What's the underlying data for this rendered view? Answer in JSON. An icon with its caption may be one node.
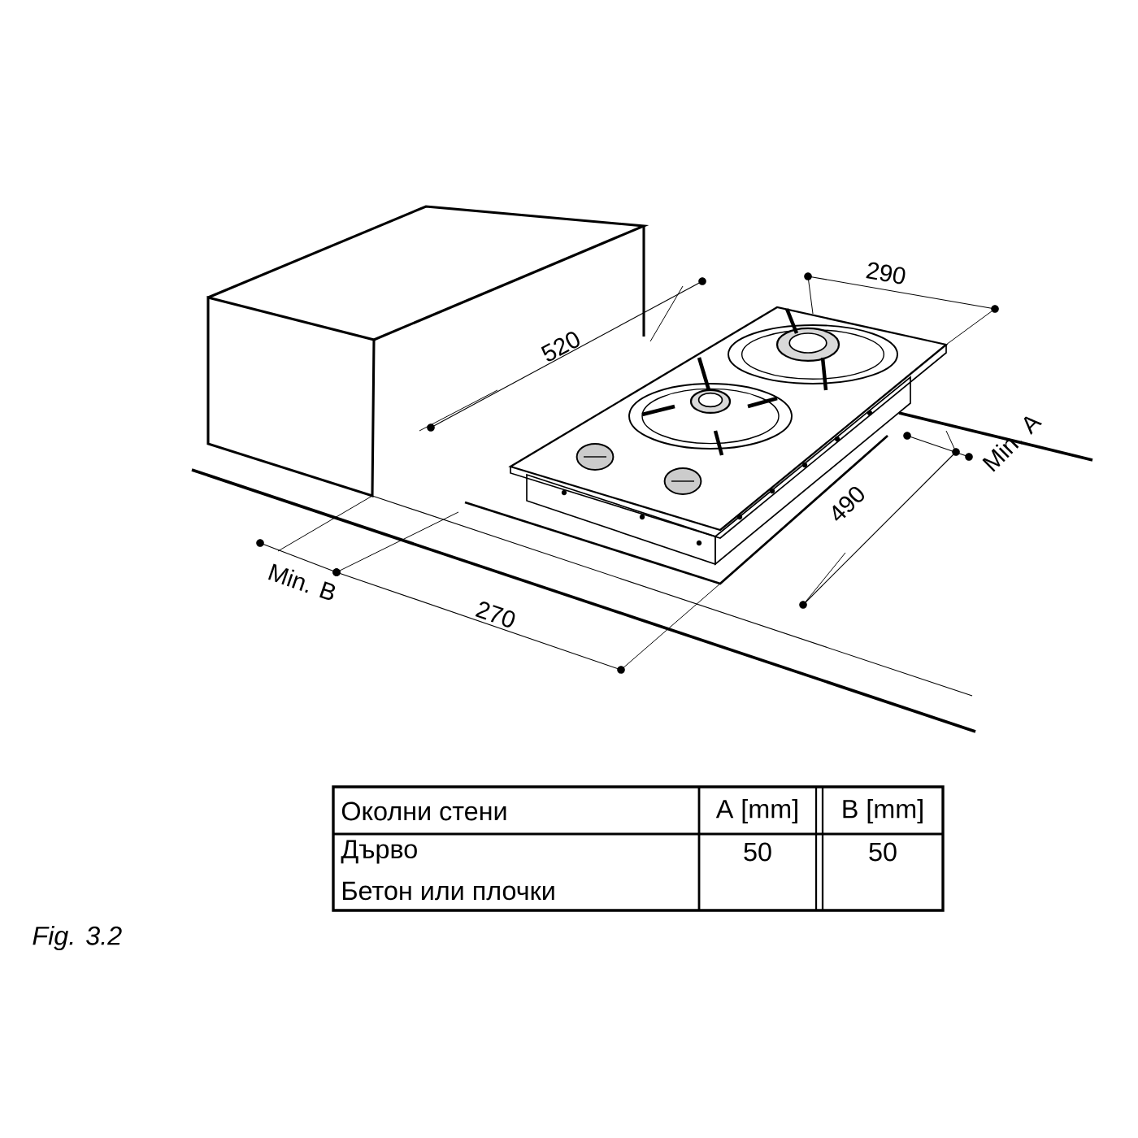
{
  "diagram": {
    "caption": "Fig. 3.2",
    "labels": [
      "290",
      "520",
      "Min. A",
      "490",
      "Min. B",
      "270",
      "Околни стени",
      "A [mm]",
      "B [mm]",
      "Дърво",
      "Бетон или плочки",
      "50",
      "50"
    ]
  }
}
